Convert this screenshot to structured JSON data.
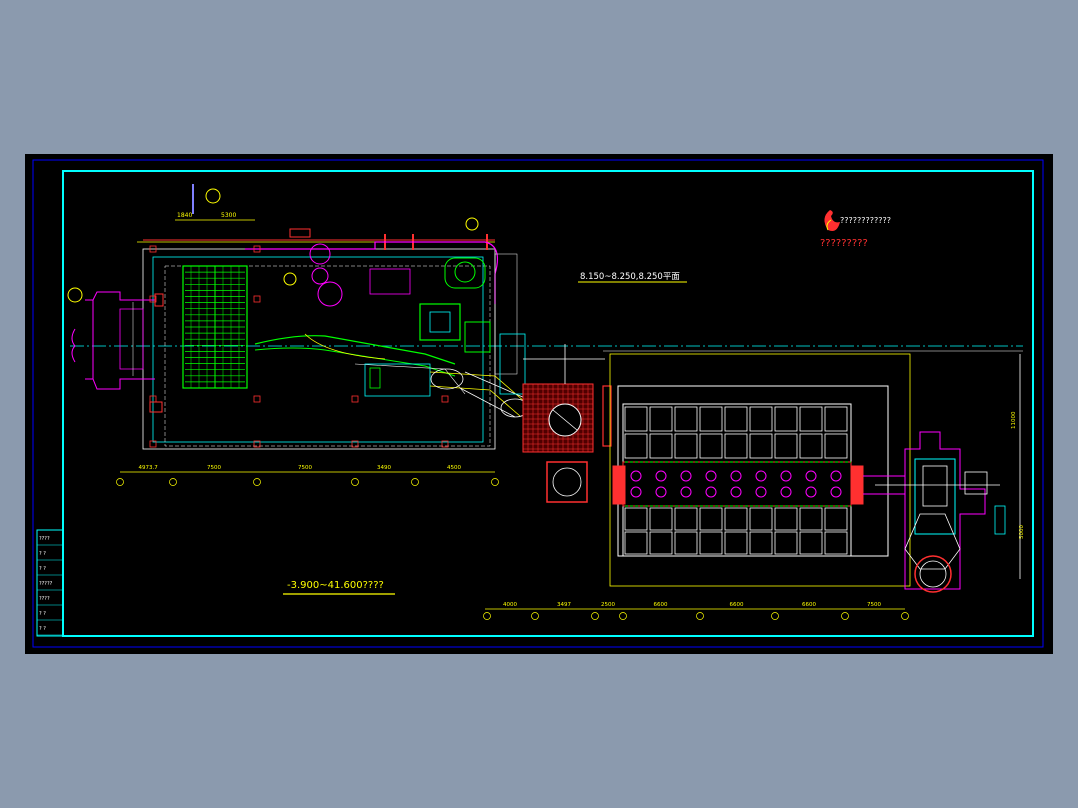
{
  "drawing": {
    "plan_label": "8.150~8.250,8.250平面",
    "elevation_label": "-3.900~41.600????",
    "logo_text": "????????????",
    "company_text": "?????????",
    "dimensions_top": [
      "1840",
      "5300"
    ],
    "dimensions_bottom_left": [
      "4973.7",
      "7500",
      "7500",
      "3490",
      "4500"
    ],
    "dimensions_bottom_right": [
      "4000",
      "3497",
      "2500",
      "6600",
      "6600",
      "6600",
      "7500"
    ],
    "dimensions_right": [
      "11000",
      "5000"
    ],
    "title_block_rows": [
      "????",
      "? ?",
      "? ?",
      "?????",
      "????",
      "? ?",
      "? ?"
    ],
    "colors": {
      "background": "#000000",
      "frame": "#00ffff",
      "outer_frame": "#0000ff",
      "dimension": "#ffff00",
      "equipment": "#00ff00",
      "duct": "#ff00ff",
      "hatch": "#ff0000"
    }
  }
}
